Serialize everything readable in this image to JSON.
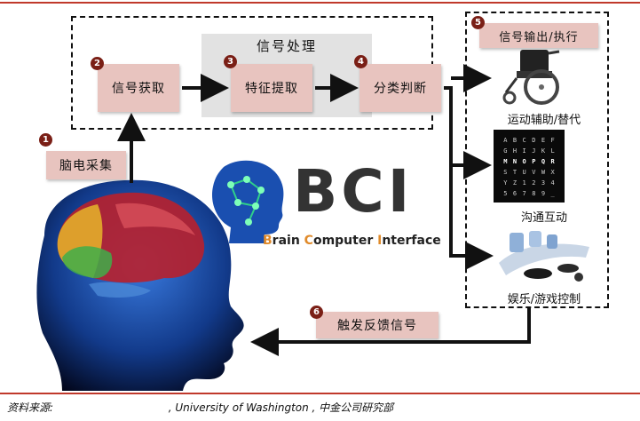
{
  "diagram": {
    "processing_group_title": "信号处理",
    "output_group_title": "信号输出/执行",
    "steps": [
      {
        "num": "1",
        "label": "脑电采集"
      },
      {
        "num": "2",
        "label": "信号获取"
      },
      {
        "num": "3",
        "label": "特征提取"
      },
      {
        "num": "4",
        "label": "分类判断"
      },
      {
        "num": "5",
        "label": "信号输出/执行"
      },
      {
        "num": "6",
        "label": "触发反馈信号"
      }
    ],
    "outputs": [
      {
        "label": "运动辅助/替代",
        "icon": "wheelchair-icon"
      },
      {
        "label": "沟通互动",
        "icon": "letter-grid-screen-icon"
      },
      {
        "label": "娱乐/游戏控制",
        "icon": "game-controller-icon"
      }
    ],
    "speller_letters": [
      "A",
      "B",
      "C",
      "D",
      "E",
      "F",
      "G",
      "H",
      "I",
      "J",
      "K",
      "L",
      "M",
      "N",
      "O",
      "P",
      "Q",
      "R",
      "S",
      "T",
      "U",
      "V",
      "W",
      "X",
      "Y",
      "Z",
      "1",
      "2",
      "3",
      "4",
      "5",
      "6",
      "7",
      "8",
      "9",
      "_"
    ],
    "speller_highlight": [
      "M",
      "N",
      "O",
      "P",
      "Q",
      "R"
    ],
    "logo": {
      "text": "BCI",
      "subtitle_parts": [
        "B",
        "rain ",
        "C",
        "omputer ",
        "I",
        "nterface"
      ]
    },
    "source": "资料来源:                                  , University of Washington , 中金公司研究部",
    "colors": {
      "step_fill": "#e8c4bf",
      "badge": "#7a1f16",
      "rule": "#c0392b",
      "logo_teal": "#1fa37a",
      "logo_blue": "#1a4fb0"
    }
  }
}
